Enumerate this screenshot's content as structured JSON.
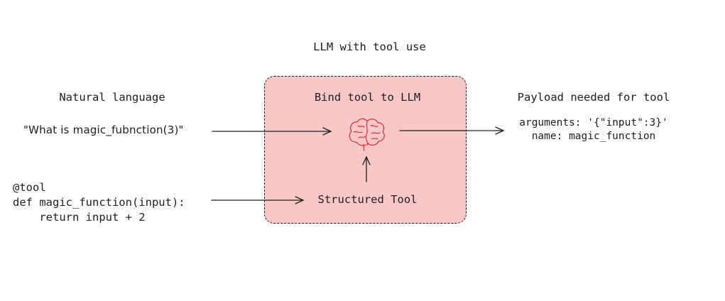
{
  "diagram": {
    "title": "LLM with tool use",
    "bind_box": {
      "label": "Bind tool to LLM",
      "inner_label": "Structured Tool",
      "icon": "brain-icon",
      "fill_color": "#f8c7c7"
    },
    "natural_language": {
      "heading": "Natural language",
      "example": "\"What is magic_fubnction(3)\""
    },
    "code": {
      "lines": [
        "@tool",
        "def magic_function(input):",
        "    return input + 2"
      ]
    },
    "payload": {
      "heading": "Payload needed for tool",
      "arguments": "arguments: '{\"input\":3}'",
      "name": "name: magic_function"
    },
    "colors": {
      "line": "#1e1e1e",
      "brain": "#e03131",
      "box": "#f8c7c7"
    }
  }
}
